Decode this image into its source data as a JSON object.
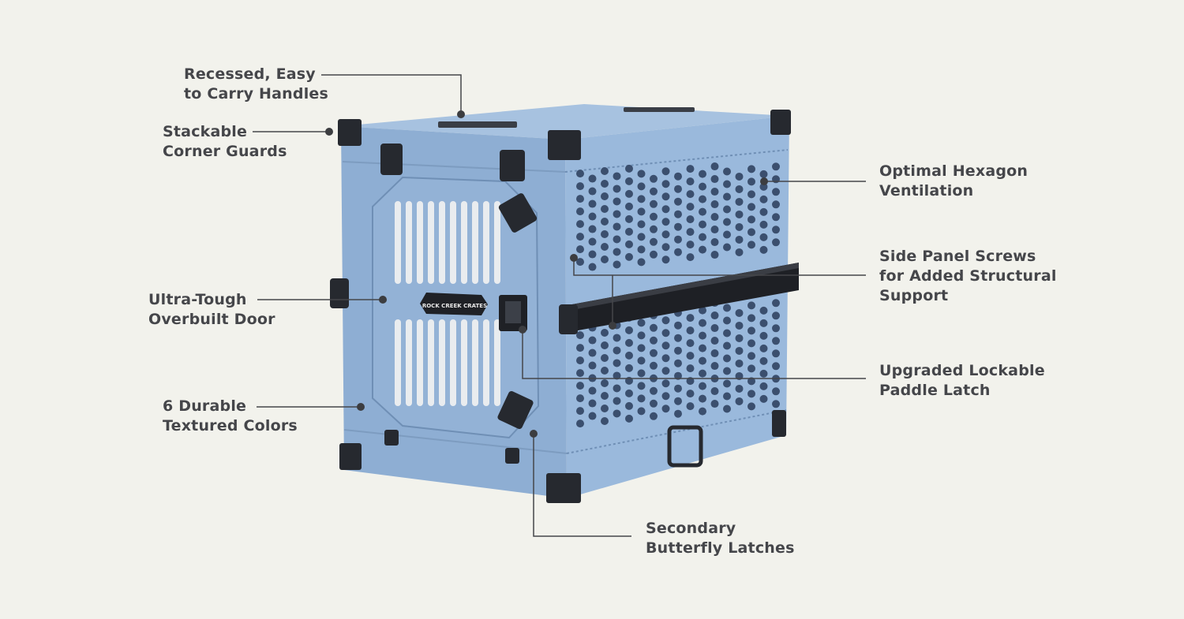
{
  "colors": {
    "background": "#f2f2ec",
    "text": "#45464a",
    "crate_front": "#8eaed3",
    "crate_side": "#9ab9dc",
    "crate_top": "#a7c2e0",
    "hardware": "#2a2d33"
  },
  "logo": {
    "text": "ROCK CREEK CRATES"
  },
  "callouts": [
    {
      "id": "handles",
      "lines": [
        "Recessed, Easy",
        "to Carry Handles"
      ]
    },
    {
      "id": "corner-guards",
      "lines": [
        "Stackable",
        "Corner Guards"
      ]
    },
    {
      "id": "ventilation",
      "lines": [
        "Optimal Hexagon",
        "Ventilation"
      ]
    },
    {
      "id": "side-panel-screws",
      "lines": [
        "Side Panel Screws",
        "for Added Structural",
        "Support"
      ]
    },
    {
      "id": "door",
      "lines": [
        "Ultra-Tough",
        "Overbuilt Door"
      ]
    },
    {
      "id": "paddle-latch",
      "lines": [
        "Upgraded Lockable",
        "Paddle Latch"
      ]
    },
    {
      "id": "colors",
      "lines": [
        "6 Durable",
        "Textured Colors"
      ]
    },
    {
      "id": "butterfly-latches",
      "lines": [
        "Secondary",
        "Butterfly Latches"
      ]
    }
  ]
}
